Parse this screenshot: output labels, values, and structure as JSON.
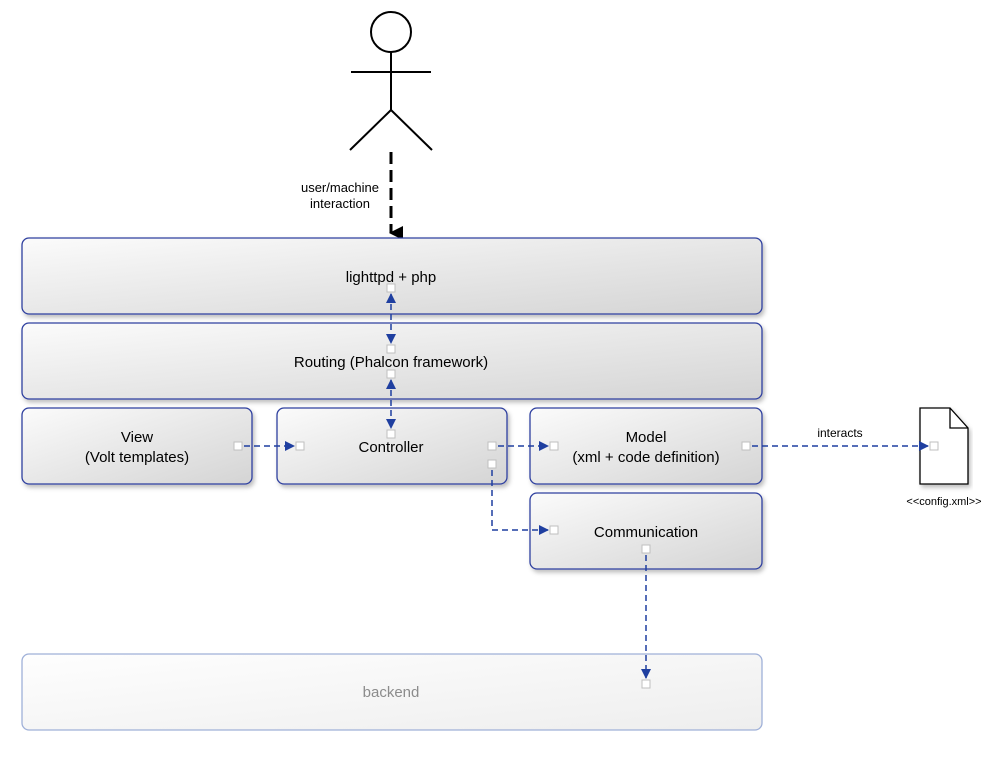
{
  "diagram": {
    "actor": {
      "interaction_label_line1": "user/machine",
      "interaction_label_line2": "interaction"
    },
    "boxes": {
      "lighttpd": {
        "label": "lighttpd + php"
      },
      "routing": {
        "label": "Routing (Phalcon framework)"
      },
      "view": {
        "label_line1": "View",
        "label_line2": "(Volt templates)"
      },
      "controller": {
        "label": "Controller"
      },
      "model": {
        "label_line1": "Model",
        "label_line2": "(xml + code definition)"
      },
      "communication": {
        "label": "Communication"
      },
      "backend": {
        "label": "backend"
      }
    },
    "config_file": {
      "label": "<<config.xml>>"
    },
    "edge_labels": {
      "interacts": "interacts"
    }
  },
  "colors": {
    "box_border": "#2f3f9f",
    "arrow": "#1f3fa0",
    "actor": "#000000",
    "backend_border": "#9fb0d8",
    "backend_text": "#8c8c8c",
    "port": "#bfbfbf"
  }
}
